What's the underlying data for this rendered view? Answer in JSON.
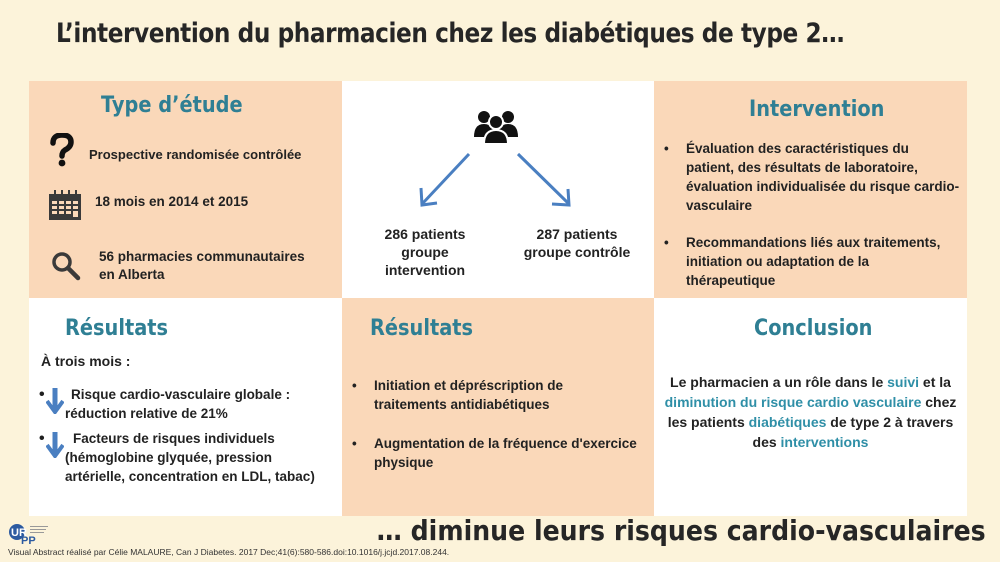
{
  "title": "L’intervention du pharmacien chez les diabétiques de type 2…",
  "bottom_title": "… diminue leurs risques cardio-vasculaires",
  "colors": {
    "background": "#fcf3da",
    "panel_peach": "#fad8b9",
    "panel_white": "#ffffff",
    "heading_teal": "#2f7f94",
    "accent_teal": "#2f8fa7",
    "arrow_blue": "#4a7fc1",
    "text_dark": "#222222"
  },
  "study_type": {
    "heading": "Type d’étude",
    "items": [
      {
        "icon": "question-mark-icon",
        "text": "Prospective randomisée contrôlée"
      },
      {
        "icon": "calendar-icon",
        "text": "18 mois en 2014 et 2015"
      },
      {
        "icon": "search-icon",
        "text_line1": "56  pharmacies communautaires",
        "text_line2": "en Alberta"
      }
    ]
  },
  "population": {
    "icon": "group-of-people-icon",
    "left": {
      "count": "286 patients",
      "group": "groupe intervention"
    },
    "right": {
      "count": "287 patients",
      "group": "groupe contrôle"
    }
  },
  "intervention": {
    "heading": "Intervention",
    "bullets": [
      "Évaluation des caractéristiques  du patient, des résultats de laboratoire,  évaluation individualisée du risque cardio-vasculaire",
      "Recommandations liés aux traitements, initiation  ou adaptation de la thérapeutique"
    ]
  },
  "results_left": {
    "heading": "Résultats",
    "subheading": "À trois mois :",
    "items": [
      {
        "icon": "down-arrow-icon",
        "line1": "Risque cardio-vasculaire  globale :",
        "line2": "réduction  relative de  21%"
      },
      {
        "icon": "down-arrow-icon",
        "line1": "Facteurs de risques individuels",
        "line2": "(hémoglobine glyquée, pression",
        "line3": "artérielle,  concentration  en LDL, tabac)"
      }
    ]
  },
  "results_middle": {
    "heading": "Résultats",
    "bullets": [
      "Initiation et dépréscription de traitements antidiabétiques",
      "Augmentation de la fréquence d'exercice physique"
    ]
  },
  "conclusion": {
    "heading": "Conclusion",
    "parts": [
      {
        "text": "Le pharmacien a un rôle dans le ",
        "accent": false
      },
      {
        "text": "suivi",
        "accent": true
      },
      {
        "text": " et la ",
        "accent": false
      },
      {
        "text": "diminution du risque cardio vasculaire",
        "accent": true
      },
      {
        "text": " chez les patients ",
        "accent": false
      },
      {
        "text": "diabétiques",
        "accent": true
      },
      {
        "text": " de type 2 à travers des ",
        "accent": false
      },
      {
        "text": "interventions",
        "accent": true
      }
    ]
  },
  "footer": {
    "logo_text_1": "UR",
    "logo_text_2": "PP",
    "citation": "Visual Abstract réalisé par Célie MALAURE, Can J Diabetes. 2017 Dec;41(6):580-586.doi:10.1016/j.jcjd.2017.08.244."
  }
}
